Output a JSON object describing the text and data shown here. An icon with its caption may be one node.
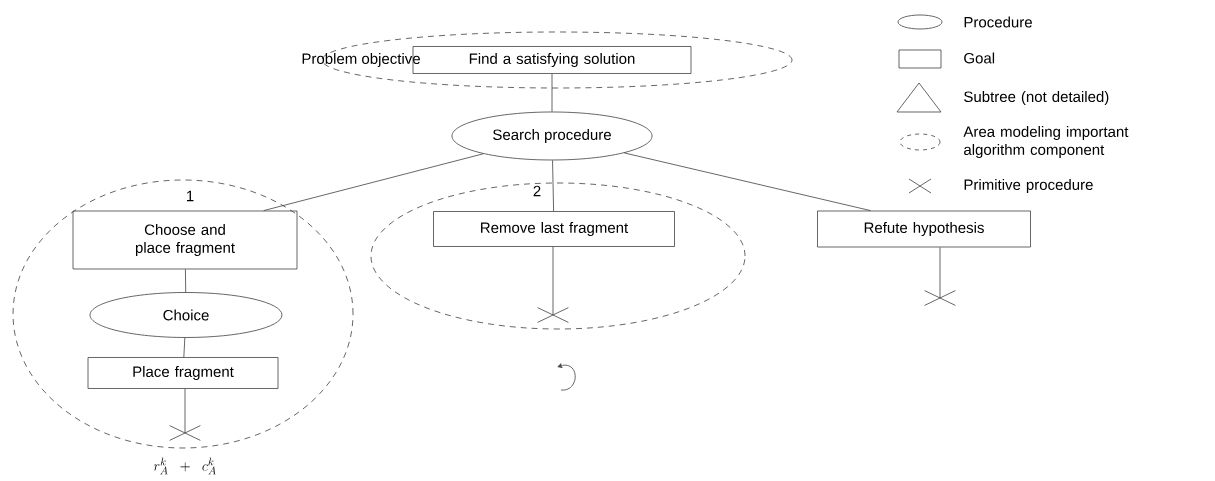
{
  "diagram": {
    "nodes": [
      {
        "text": [],
        "shape": "ellipse",
        "beside": [
          "Problem objective"
        ]
      },
      {
        "text": [
          "Find a satisfying solution"
        ],
        "in": 0
      },
      {
        "text": [
          "Search procedure"
        ]
      },
      {
        "text": [
          "1"
        ]
      },
      {
        "text": [
          "Choose and place fragment"
        ],
        "in": 3
      },
      {
        "text": [
          "Choice"
        ],
        "in": 3
      },
      {
        "text": [
          "Place fragment"
        ],
        "in": 3
      },
      {
        "text": [],
        "shape": "cross",
        "in": 3,
        "beside": [
          "r_A^k \\;\\;+\\;\\; c_A^k"
        ]
      },
      {
        "text": [
          "2"
        ]
      },
      {
        "text": [
          "Remove last fragment"
        ],
        "in": 8
      },
      {
        "text": [],
        "shape": "cross",
        "in": 8
      },
      {
        "text": [
          "Refute hypothesis"
        ]
      },
      {
        "text": [],
        "shape": "cross"
      }
    ],
    "edges": [
      {
        "from": 1,
        "to": 2,
        "arrow": "none"
      },
      {
        "from": 2,
        "to": 4,
        "arrow": "none"
      },
      {
        "from": 2,
        "to": 9,
        "arrow": "none"
      },
      {
        "from": 2,
        "to": 11,
        "arrow": "none"
      },
      {
        "from": 4,
        "to": 5,
        "arrow": "none"
      },
      {
        "from": 5,
        "to": 6,
        "arrow": "none"
      },
      {
        "from": 6,
        "to": 7,
        "arrow": "none"
      },
      {
        "from": 9,
        "to": 10,
        "arrow": "none"
      },
      {
        "from": 11,
        "to": 12,
        "arrow": "none"
      }
    ],
    "legend": [
      {
        "text": "Procedure"
      },
      {
        "text": "Goal"
      },
      {
        "text": "Subtree (not detailed)"
      },
      {
        "text": "Area modeling important algorithm component"
      },
      {
        "text": "Primitive procedure"
      }
    ]
  }
}
